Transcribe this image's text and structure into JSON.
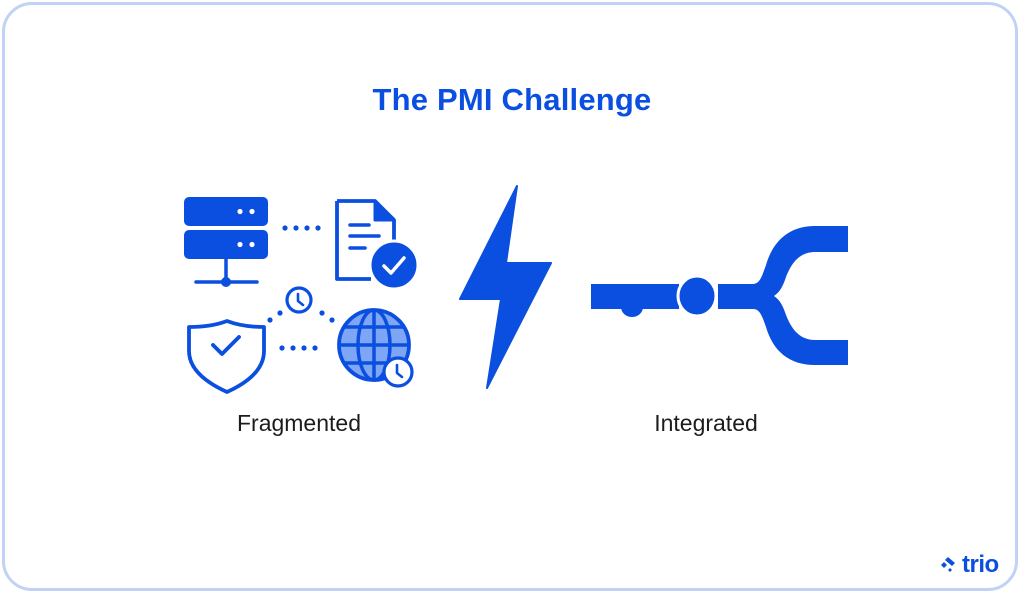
{
  "title": "The PMI Challenge",
  "left_panel": {
    "label": "Fragmented",
    "icons": [
      "server-icon",
      "document-check-icon",
      "shield-check-icon",
      "clock-icon",
      "globe-clock-icon"
    ]
  },
  "divider_icon": "lightning-bolt-icon",
  "right_panel": {
    "label": "Integrated",
    "icons": [
      "pipe-connector-icon"
    ]
  },
  "brand": {
    "name": "trio",
    "icon": "trio-logo-icon"
  },
  "colors": {
    "primary": "#0a4fe0",
    "globe_fill": "#7fa6f5",
    "border": "#c0d3f5",
    "label_text": "#1c1c1c"
  }
}
